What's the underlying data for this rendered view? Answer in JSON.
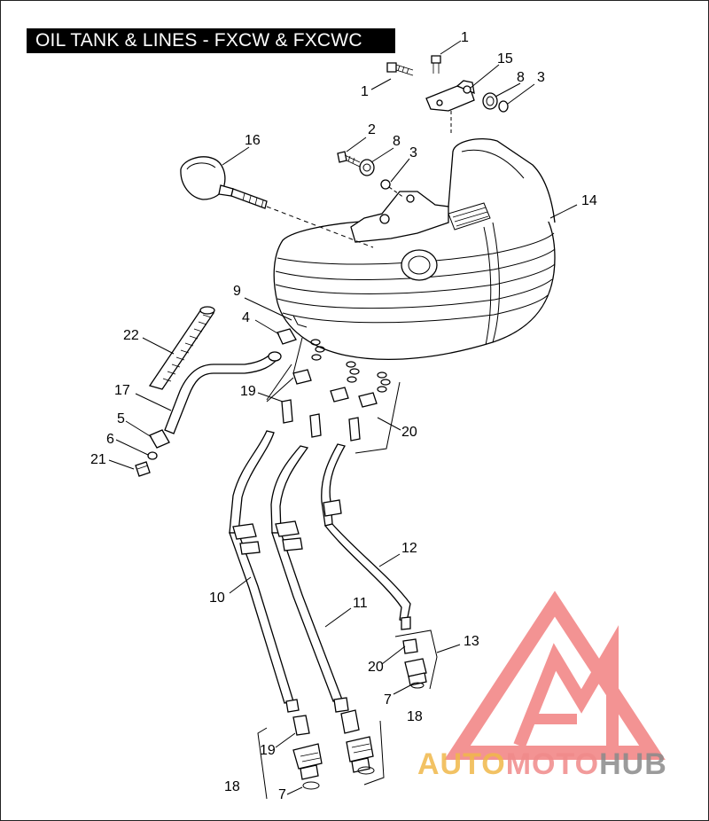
{
  "title": "OIL TANK & LINES - FXCW & FXCWC",
  "callouts": [
    {
      "id": "c1a",
      "text": "1"
    },
    {
      "id": "c1b",
      "text": "1"
    },
    {
      "id": "c15",
      "text": "15"
    },
    {
      "id": "c8a",
      "text": "8"
    },
    {
      "id": "c3a",
      "text": "3"
    },
    {
      "id": "c2",
      "text": "2"
    },
    {
      "id": "c8b",
      "text": "8"
    },
    {
      "id": "c3b",
      "text": "3"
    },
    {
      "id": "c16",
      "text": "16"
    },
    {
      "id": "c14",
      "text": "14"
    },
    {
      "id": "c9",
      "text": "9"
    },
    {
      "id": "c4",
      "text": "4"
    },
    {
      "id": "c22",
      "text": "22"
    },
    {
      "id": "c19a",
      "text": "19"
    },
    {
      "id": "c17",
      "text": "17"
    },
    {
      "id": "c5",
      "text": "5"
    },
    {
      "id": "c6",
      "text": "6"
    },
    {
      "id": "c21",
      "text": "21"
    },
    {
      "id": "c20a",
      "text": "20"
    },
    {
      "id": "c12",
      "text": "12"
    },
    {
      "id": "c10",
      "text": "10"
    },
    {
      "id": "c11",
      "text": "11"
    },
    {
      "id": "c13",
      "text": "13"
    },
    {
      "id": "c20b",
      "text": "20"
    },
    {
      "id": "c7a",
      "text": "7"
    },
    {
      "id": "c18a",
      "text": "18"
    },
    {
      "id": "c19b",
      "text": "19"
    },
    {
      "id": "c18b",
      "text": "18"
    },
    {
      "id": "c7b",
      "text": "7"
    }
  ],
  "watermark": {
    "word_auto": "AUTO",
    "word_moto": "MOTO",
    "word_hub": "HUB",
    "colors": {
      "auto": "#f0b84a",
      "moto": "#f08a8a",
      "hub": "#8a8a8a",
      "logo": "#f07070"
    }
  }
}
